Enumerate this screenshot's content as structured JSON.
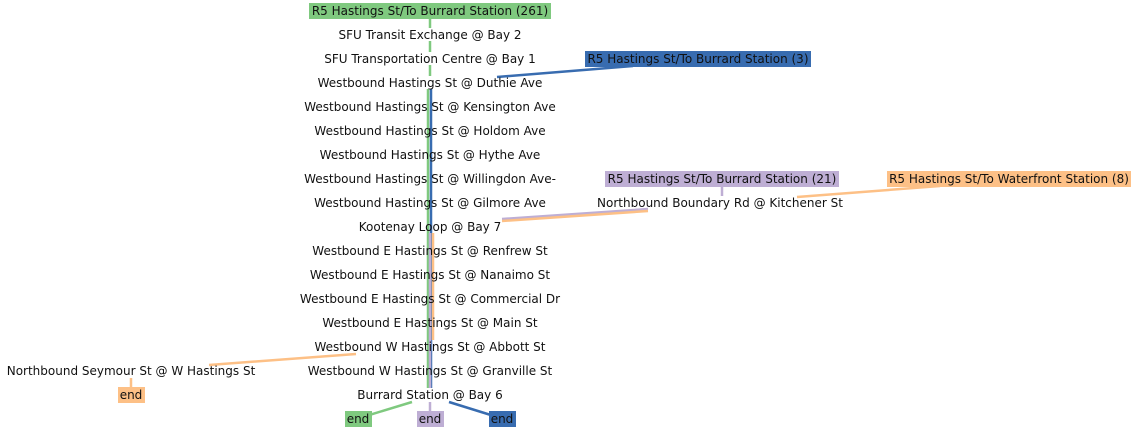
{
  "colors": {
    "green": "#7fc97f",
    "purple": "#beaed4",
    "orange": "#fdc086",
    "blue": "#386cb0",
    "text": "#111111",
    "background": "#ffffff"
  },
  "routes": {
    "r261": {
      "label": "R5 Hastings St/To Burrard Station (261)",
      "color": "#7fc97f"
    },
    "r3": {
      "label": "R5 Hastings St/To Burrard Station (3)",
      "color": "#386cb0"
    },
    "r21": {
      "label": "R5 Hastings St/To Burrard Station (21)",
      "color": "#beaed4"
    },
    "r8": {
      "label": "R5 Hastings St/To Waterfront Station (8)",
      "color": "#fdc086"
    }
  },
  "stops": {
    "sfu_exchange": "SFU Transit Exchange @ Bay 2",
    "sfu_centre": "SFU Transportation Centre @ Bay 1",
    "duthie": "Westbound Hastings St @ Duthie Ave",
    "kensington": "Westbound Hastings St @ Kensington Ave",
    "holdom": "Westbound Hastings St @ Holdom Ave",
    "hythe": "Westbound Hastings St @ Hythe Ave",
    "willingdon": "Westbound Hastings St @ Willingdon Ave-",
    "gilmore": "Westbound Hastings St @ Gilmore Ave",
    "kootenay": "Kootenay Loop @ Bay 7",
    "boundary": "Northbound Boundary Rd @ Kitchener St",
    "renfrew": "Westbound E Hastings St @ Renfrew St",
    "nanaimo": "Westbound E Hastings St @ Nanaimo St",
    "commercial": "Westbound E Hastings St @ Commercial Dr",
    "main": "Westbound E Hastings St @ Main St",
    "abbott": "Westbound W Hastings St @ Abbott St",
    "granville": "Westbound W Hastings St @ Granville St",
    "seymour": "Northbound Seymour St @ W Hastings St",
    "burrard": "Burrard Station @ Bay 6"
  },
  "ends": {
    "r261": "end",
    "r21": "end",
    "r3": "end",
    "r8": "end"
  }
}
